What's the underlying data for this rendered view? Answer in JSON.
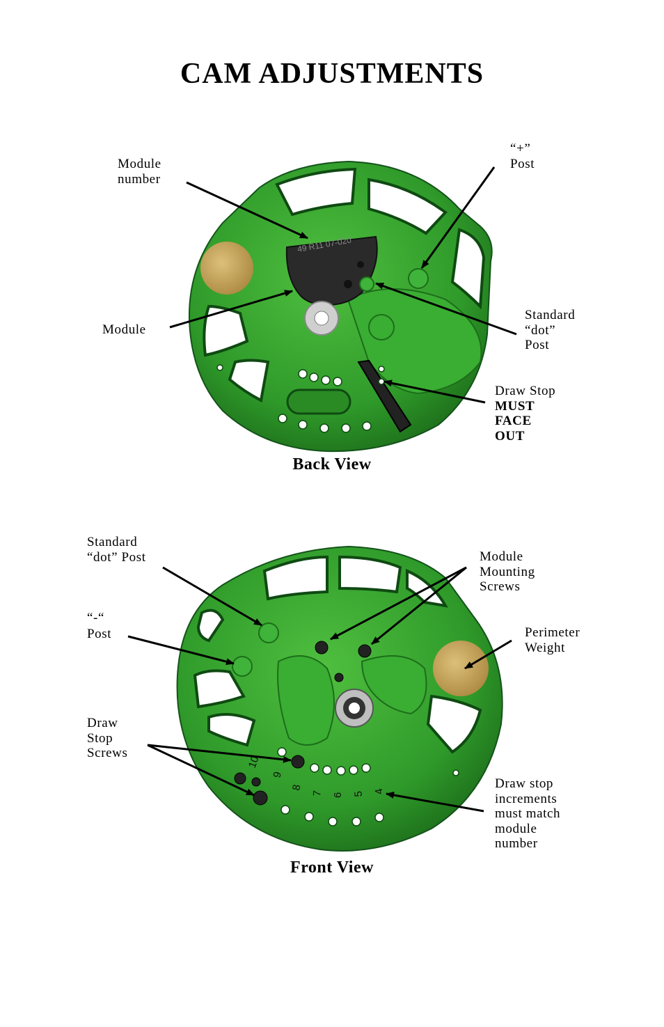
{
  "title": "CAM ADJUSTMENTS",
  "back_view": {
    "caption": "Back View",
    "module_text": "49 R11  07-020",
    "labels": {
      "module_number": [
        "Module",
        "number"
      ],
      "plus_post": [
        "“+”",
        "Post"
      ],
      "module": "Module",
      "standard_dot_post": [
        "Standard",
        "“dot”",
        "Post"
      ],
      "draw_stop": "Draw Stop",
      "draw_stop_warning": [
        "MUST",
        "FACE",
        "OUT"
      ]
    }
  },
  "front_view": {
    "caption": "Front View",
    "scale_numbers": [
      "10",
      "9",
      "8",
      "7",
      "6",
      "5",
      "4"
    ],
    "labels": {
      "standard_dot_post": [
        "Standard",
        "“dot” Post"
      ],
      "minus_post": [
        "“-“",
        "Post"
      ],
      "module_mounting_screws": [
        "Module",
        "Mounting",
        "Screws"
      ],
      "perimeter_weight": [
        "Perimeter",
        "Weight"
      ],
      "draw_stop_screws": [
        "Draw",
        "Stop",
        "Screws"
      ],
      "draw_stop_increments": [
        "Draw stop",
        "increments",
        "must match",
        "module",
        "number"
      ]
    }
  },
  "colors": {
    "cam_green": "#2f9a2a",
    "cam_dark": "#0f4a12",
    "module_black": "#2a2a2a",
    "weight_brass": "#c9a65a"
  }
}
